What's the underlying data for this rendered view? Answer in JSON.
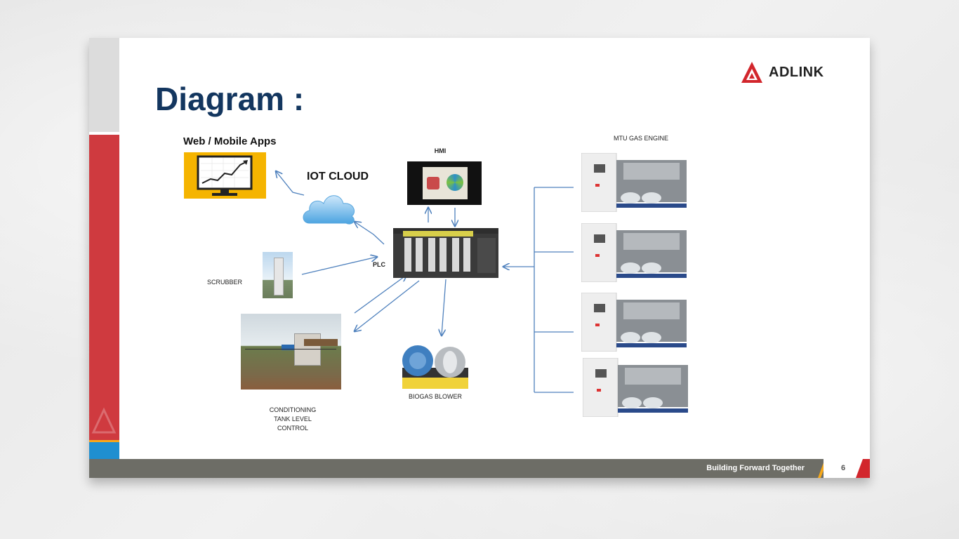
{
  "slide": {
    "title": "Diagram :",
    "logo_text": "ADLINK",
    "footer_text": "Building Forward Together",
    "page_number": "6"
  },
  "diagram": {
    "web_apps_label": "Web / Mobile Apps",
    "iot_cloud_label": "IOT CLOUD",
    "hmi_label": "HMI",
    "plc_label": "PLC",
    "scrubber_label": "SCRUBBER",
    "conditioning_label_1": "CONDITIONING",
    "conditioning_label_2": "TANK LEVEL",
    "conditioning_label_3": "CONTROL",
    "biogas_blower_label": "BIOGAS BLOWER",
    "mtu_engine_label": "MTU GAS ENGINE"
  },
  "colors": {
    "title": "#13365f",
    "arrow": "#4f81bd",
    "strip_red": "#cf3a3f",
    "strip_blue": "#1f8fd0",
    "footer": "#6d6d66"
  }
}
